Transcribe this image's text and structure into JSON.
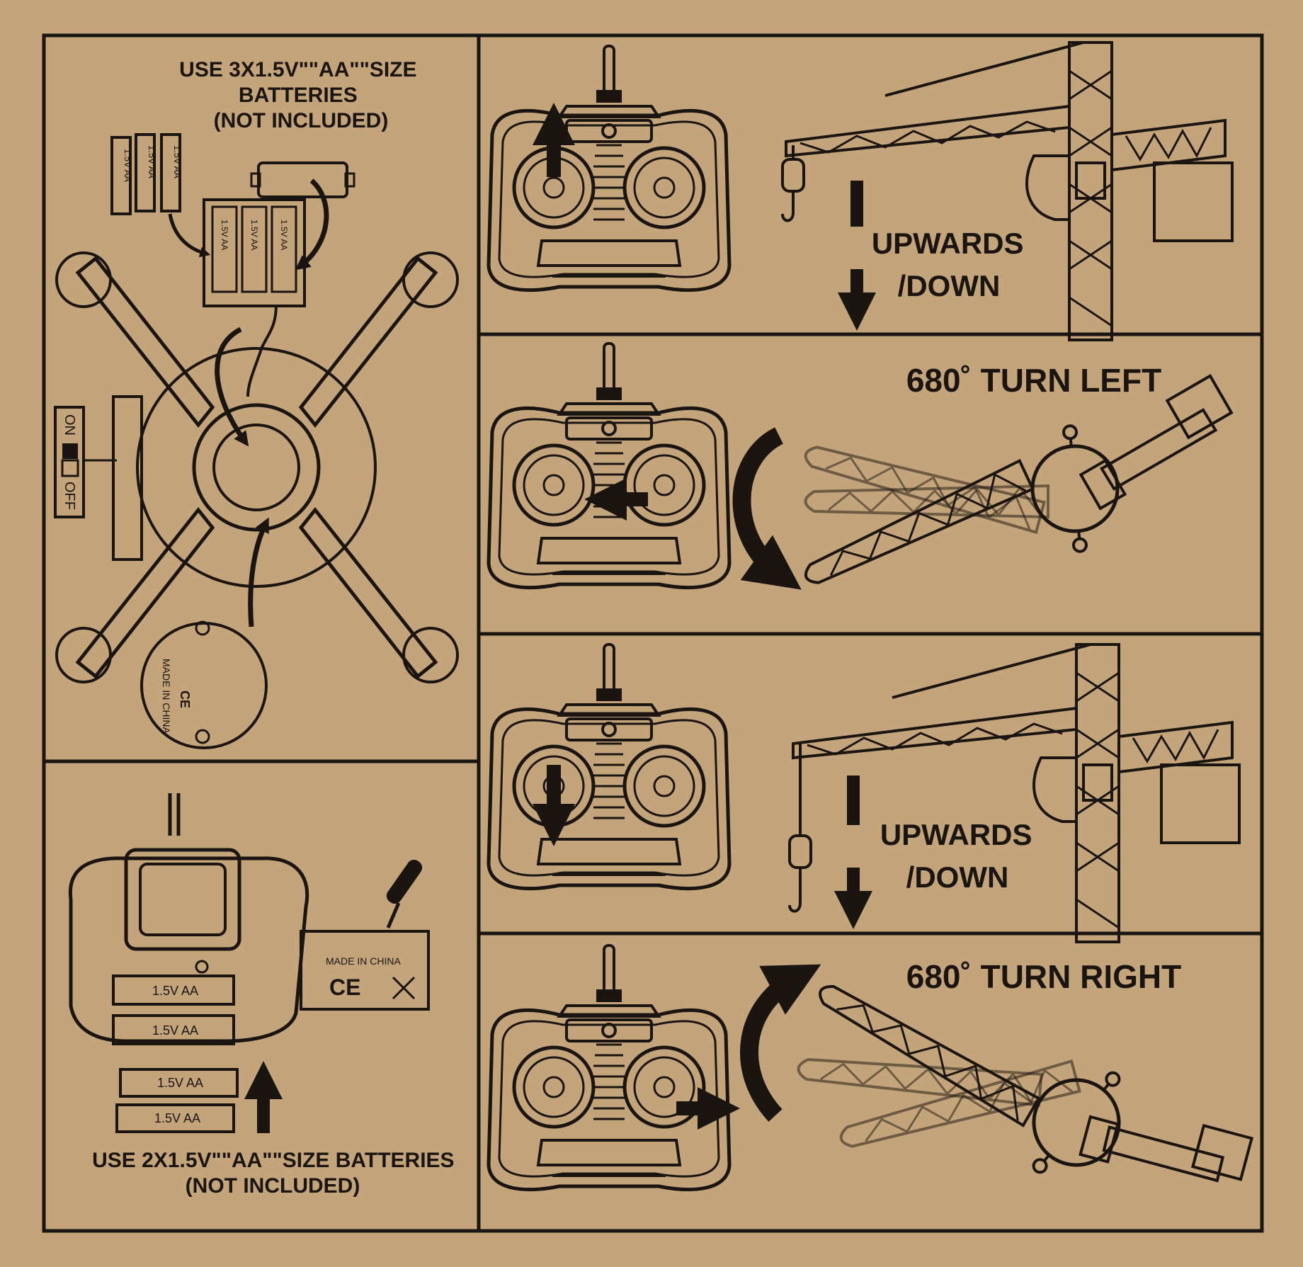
{
  "colors": {
    "cardboard": "#c4a47a",
    "ink": "#1a1510"
  },
  "battery_box": {
    "instruction": [
      "USE 3X1.5VʺʺAAʺʺSIZE",
      "BATTERIES",
      "(NOT INCLUDED)"
    ],
    "cell_label": "1.5V AA",
    "switch_on": "ON",
    "switch_off": "OFF"
  },
  "remote_batteries": {
    "cell_label": "1.5V AA",
    "made_in": "MADE IN CHINA",
    "ce_mark": "CE",
    "instruction": [
      "USE 2X1.5VʺʺAAʺʺSIZE BATTERIES",
      "(NOT INCLUDED)"
    ]
  },
  "steps": [
    {
      "id": "hook-up",
      "caption": [
        "UPWARDS",
        "/DOWN"
      ],
      "stick_direction": "up"
    },
    {
      "id": "turn-left",
      "caption": [
        "680˚ TURN LEFT"
      ],
      "stick_direction": "left"
    },
    {
      "id": "hook-down",
      "caption": [
        "UPWARDS",
        "/DOWN"
      ],
      "stick_direction": "down"
    },
    {
      "id": "turn-right",
      "caption": [
        "680˚ TURN RIGHT"
      ],
      "stick_direction": "right"
    }
  ]
}
